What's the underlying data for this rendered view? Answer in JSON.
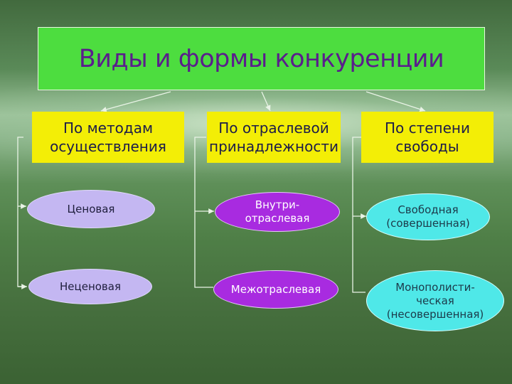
{
  "title": "Виды и формы конкуренции",
  "categories": [
    {
      "label": "По методам\nосуществления"
    },
    {
      "label": "По отраслевой\nпринадлежности"
    },
    {
      "label": "По степени\nсвободы"
    }
  ],
  "methods": [
    "Ценовая",
    "Неценовая"
  ],
  "industry": [
    "Внутри-\nотраслевая",
    "Межотраслевая"
  ],
  "freedom": [
    "Свободная\n(совершенная)",
    "Монополисти-\nческая\n(несовершенная)"
  ],
  "colors": {
    "title_bg": "#4ddd3f",
    "title_text": "#5a1e8c",
    "category_bg": "#f3ee06",
    "methods_fill": "#c4b7f2",
    "industry_fill": "#a82be0",
    "freedom_fill": "#4fe8e8"
  }
}
